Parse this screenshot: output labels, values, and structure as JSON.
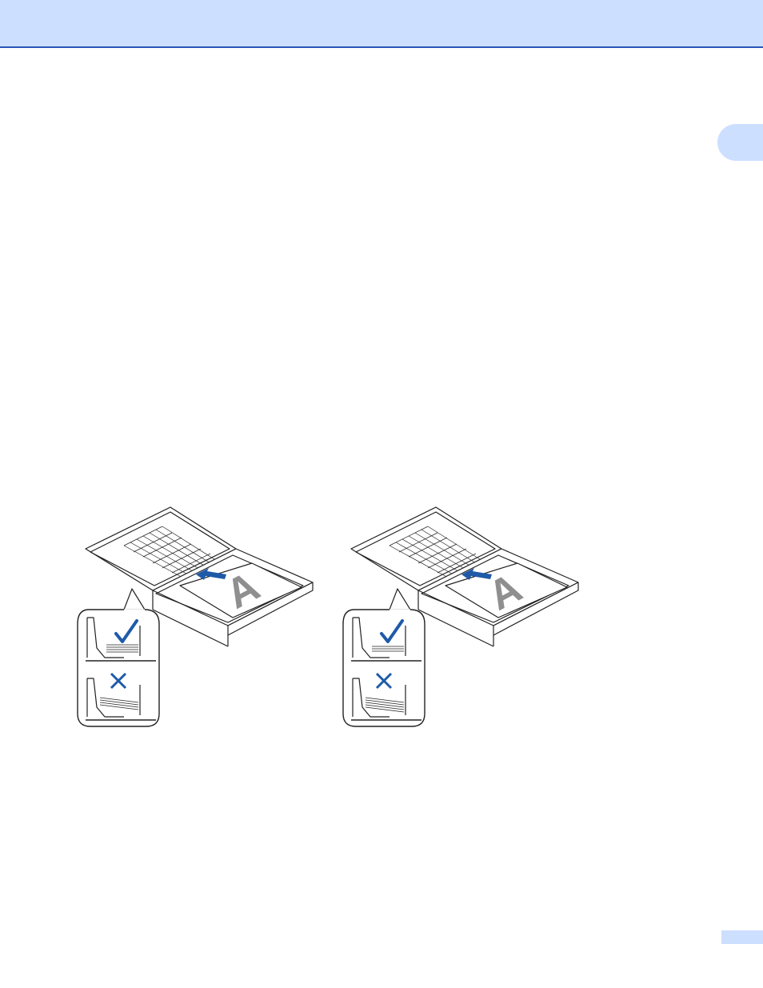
{
  "page": {
    "chapter_marker": "",
    "page_number": ""
  },
  "figures": [
    {
      "name": "tray-illustration-left",
      "paper_letter": "A"
    },
    {
      "name": "tray-illustration-right",
      "paper_letter": "A"
    }
  ],
  "icons": {
    "arrow": "push-arrow-icon",
    "correct": "checkmark-icon",
    "incorrect": "cross-icon"
  },
  "colors": {
    "header": "#cddfff",
    "header_rule": "#2a55b8",
    "accent_blue": "#1e5aa8",
    "paper_letter": "#8f8f8f"
  }
}
